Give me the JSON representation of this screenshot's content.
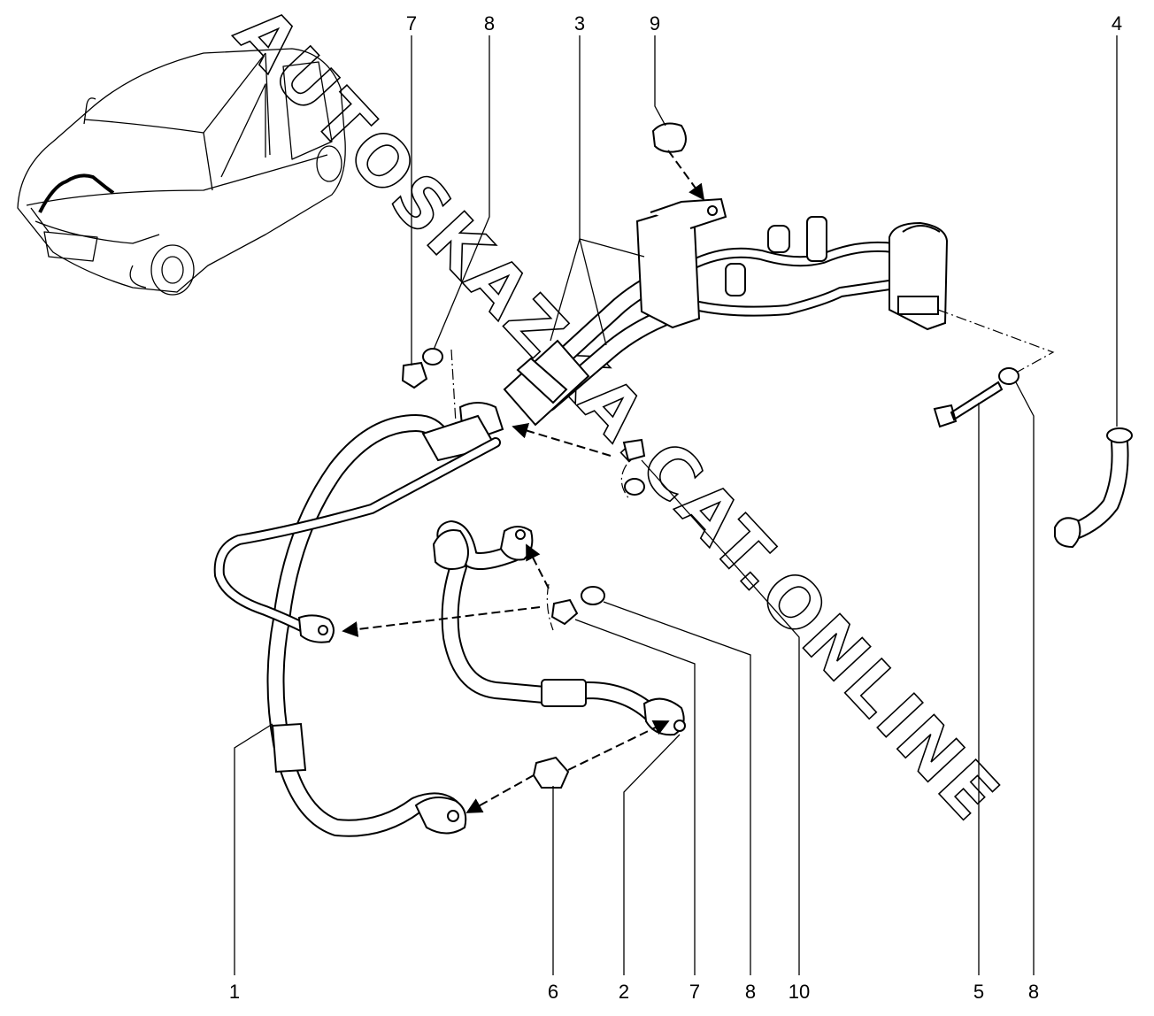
{
  "watermark": "AUTOSKAZKA.CAT.ONLINE",
  "callouts": {
    "top": [
      "7",
      "8",
      "3",
      "9",
      "4"
    ],
    "bottom": [
      "1",
      "6",
      "2",
      "7",
      "8",
      "10",
      "5",
      "8"
    ]
  },
  "icons": {
    "vehicle": "car-location-icon",
    "arrow": "assembly-arrow-icon"
  },
  "colors": {
    "ink": "#000000",
    "paper": "#ffffff"
  }
}
